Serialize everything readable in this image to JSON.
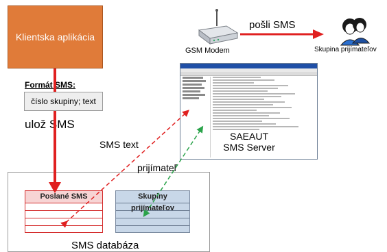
{
  "client_app": {
    "label": "Klientska aplikácia"
  },
  "sms_format": {
    "heading": "Formát SMS:",
    "value": "číslo skupiny; text"
  },
  "store_sms": {
    "label": "ulož SMS"
  },
  "database": {
    "label": "SMS databáza",
    "sent_table": {
      "title": "Poslané SMS"
    },
    "groups_table": {
      "title": "Skupiny prijímateľov"
    }
  },
  "modem": {
    "label": "GSM Modem"
  },
  "send_sms": {
    "label": "pošli SMS"
  },
  "recipient_group": {
    "label": "Skupina prijímateľov"
  },
  "server": {
    "line1": "SAEAUT",
    "line2": "SMS Server"
  },
  "sms_text": {
    "label": "SMS text"
  },
  "recipient": {
    "label": "prijímateľ"
  },
  "colors": {
    "client_box": "#e07b39",
    "store_arrow": "#e02020",
    "send_arrow": "#e02020",
    "sms_text_arrow": "#e02020",
    "recipient_arrow": "#2aa34a",
    "sent_table_header": "#f7d4d4",
    "groups_table": "#c8d7e8"
  }
}
